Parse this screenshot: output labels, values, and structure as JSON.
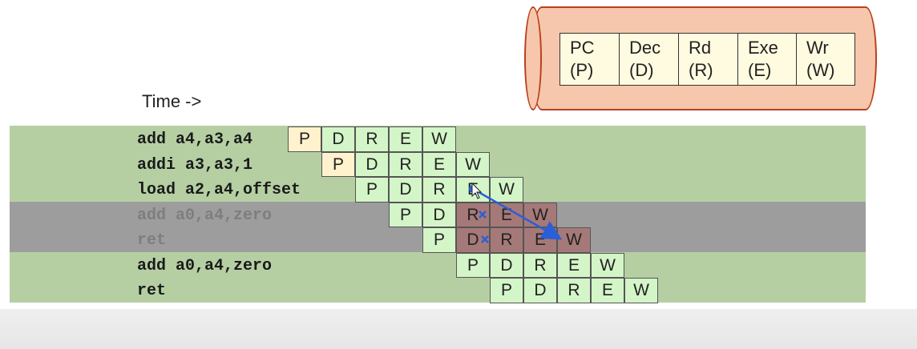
{
  "time_label": "Time ->",
  "legend": [
    {
      "name": "PC",
      "abbr": "(P)"
    },
    {
      "name": "Dec",
      "abbr": "(D)"
    },
    {
      "name": "Rd",
      "abbr": "(R)"
    },
    {
      "name": "Exe",
      "abbr": "(E)"
    },
    {
      "name": "Wr",
      "abbr": "(W)"
    }
  ],
  "instructions": [
    {
      "text": "add a4,a3,a4",
      "stages": [
        "P",
        "D",
        "R",
        "E",
        "W"
      ],
      "squashed": false
    },
    {
      "text": "addi a3,a3,1",
      "stages": [
        "P",
        "D",
        "R",
        "E",
        "W"
      ],
      "squashed": false
    },
    {
      "text": "load a2,a4,offset",
      "stages": [
        "P",
        "D",
        "R",
        "E",
        "W"
      ],
      "squashed": false
    },
    {
      "text": "add a0,a4,zero",
      "stages": [
        "P",
        "D",
        "R",
        "E",
        "W"
      ],
      "squashed": true
    },
    {
      "text": "ret",
      "stages": [
        "P",
        "D",
        "R",
        "E",
        "W"
      ],
      "squashed": true
    },
    {
      "text": "add a0,a4,zero",
      "stages": [
        "P",
        "D",
        "R",
        "E",
        "W"
      ],
      "squashed": false
    },
    {
      "text": "ret",
      "stages": [
        "P",
        "D",
        "R",
        "E",
        "W"
      ],
      "squashed": false
    }
  ],
  "colors": {
    "band_green": "#b5cfa3",
    "band_gray": "#9d9d9d",
    "cell_yellow": "#fff2cc",
    "cell_green": "#d4f5c8",
    "cell_squashed": "#a67979",
    "cylinder_fill": "#f6c7ad",
    "cylinder_stroke": "#b8401e",
    "arrow": "#2a5fd6"
  }
}
